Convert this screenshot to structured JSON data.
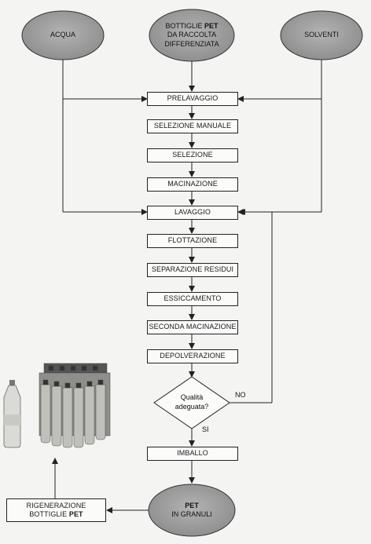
{
  "inputs": {
    "water": "ACQUA",
    "bottles": {
      "line1_pre": "BOTTIGLIE ",
      "line1_bold": "PET",
      "line2": "DA RACCOLTA",
      "line3": "DIFFERENZIATA"
    },
    "solvents": "SOLVENTI"
  },
  "steps": {
    "prewash": "PRELAVAGGIO",
    "manual_selection": "SELEZIONE MANUALE",
    "selection": "SELEZIONE",
    "grinding": "MACINAZIONE",
    "washing": "LAVAGGIO",
    "flotation": "FLOTTAZIONE",
    "residue_separation": "SEPARAZIONE RESIDUI",
    "drying": "ESSICCAMENTO",
    "second_grinding": "SECONDA MACINAZIONE",
    "dedusting": "DEPOLVERAZIONE",
    "packaging": "IMBALLO"
  },
  "decision": {
    "line1": "Qualità",
    "line2": "adeguata?",
    "no": "NO",
    "yes": "SI"
  },
  "output": {
    "line1": "PET",
    "line2": "IN GRANULI"
  },
  "regeneration": {
    "line1": "RIGENERAZIONE",
    "line2_pre": "BOTTIGLIE ",
    "line2_bold": "PET"
  },
  "colors": {
    "oval_fill": "#9a9a9a",
    "line": "#222222",
    "box_fill": "#fbfbfa"
  }
}
